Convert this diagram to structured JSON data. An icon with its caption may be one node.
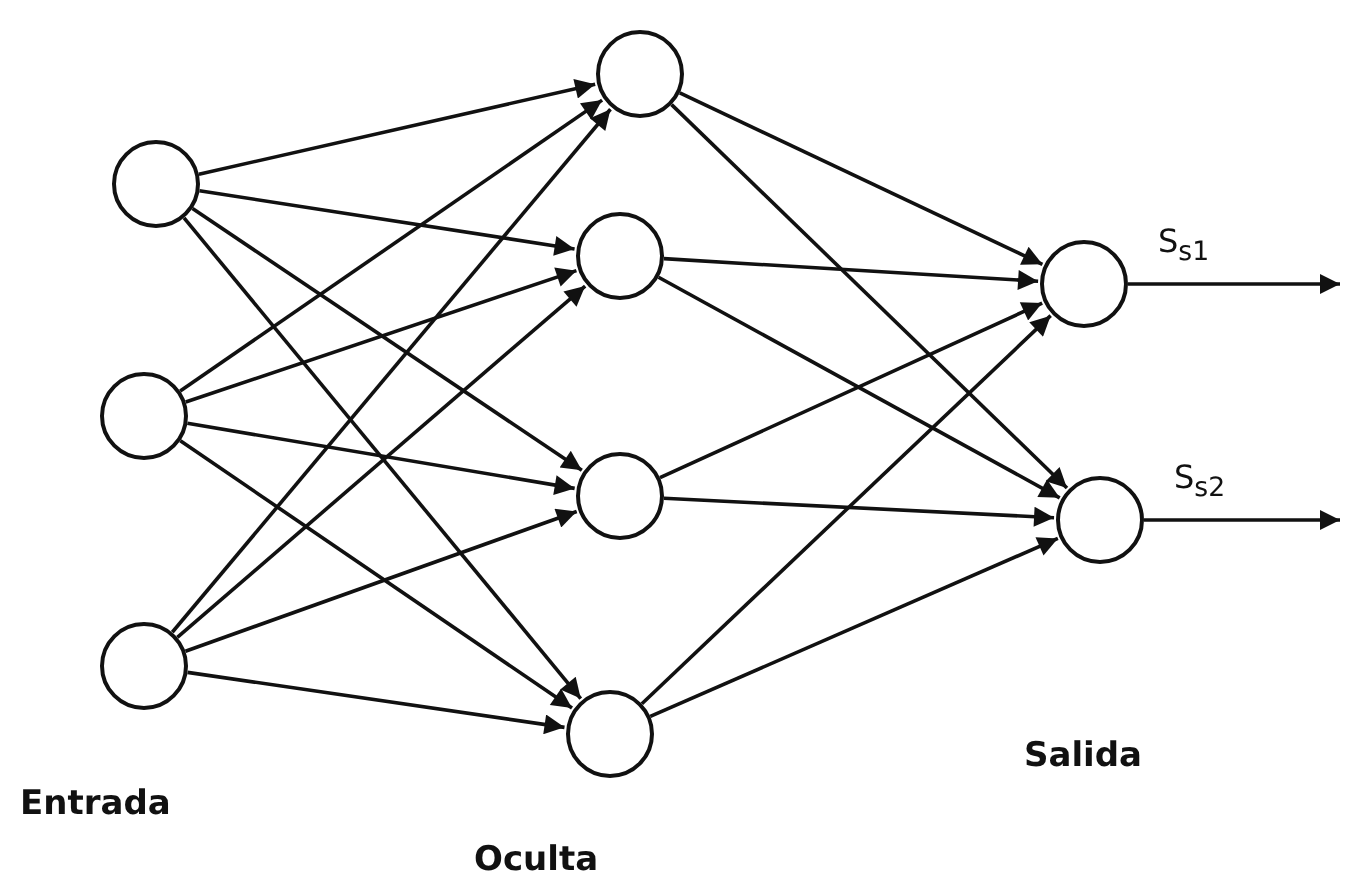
{
  "diagram": {
    "nodes": [
      {
        "text": [],
        "shape": "circle"
      },
      {
        "text": [],
        "shape": "circle"
      },
      {
        "text": [],
        "shape": "circle"
      },
      {
        "text": [],
        "shape": "circle"
      },
      {
        "text": [],
        "shape": "circle"
      },
      {
        "text": [],
        "shape": "circle"
      },
      {
        "text": [],
        "shape": "circle"
      },
      {
        "text": [],
        "shape": "circle"
      },
      {
        "text": [],
        "shape": "circle"
      }
    ],
    "edges": [
      {
        "from": 0,
        "to": 3,
        "arrow": "to"
      },
      {
        "from": 0,
        "to": 4,
        "arrow": "to"
      },
      {
        "from": 0,
        "to": 5,
        "arrow": "to"
      },
      {
        "from": 0,
        "to": 6,
        "arrow": "to"
      },
      {
        "from": 1,
        "to": 3,
        "arrow": "to"
      },
      {
        "from": 1,
        "to": 4,
        "arrow": "to"
      },
      {
        "from": 1,
        "to": 5,
        "arrow": "to"
      },
      {
        "from": 1,
        "to": 6,
        "arrow": "to"
      },
      {
        "from": 2,
        "to": 3,
        "arrow": "to"
      },
      {
        "from": 2,
        "to": 4,
        "arrow": "to"
      },
      {
        "from": 2,
        "to": 5,
        "arrow": "to"
      },
      {
        "from": 2,
        "to": 6,
        "arrow": "to"
      },
      {
        "from": 3,
        "to": 7,
        "arrow": "to"
      },
      {
        "from": 3,
        "to": 8,
        "arrow": "to"
      },
      {
        "from": 4,
        "to": 7,
        "arrow": "to"
      },
      {
        "from": 4,
        "to": 8,
        "arrow": "to"
      },
      {
        "from": 5,
        "to": 7,
        "arrow": "to"
      },
      {
        "from": 5,
        "to": 8,
        "arrow": "to"
      },
      {
        "from": 6,
        "to": 7,
        "arrow": "to"
      },
      {
        "from": 6,
        "to": 8,
        "arrow": "to"
      },
      {
        "from": 7,
        "to": null,
        "arrow": "to",
        "label": "S$_{s1}$"
      },
      {
        "from": 8,
        "to": null,
        "arrow": "to",
        "label": "S$_{s2}$"
      }
    ],
    "labels": [
      "Entrada",
      "Salida",
      "Oculta"
    ]
  }
}
